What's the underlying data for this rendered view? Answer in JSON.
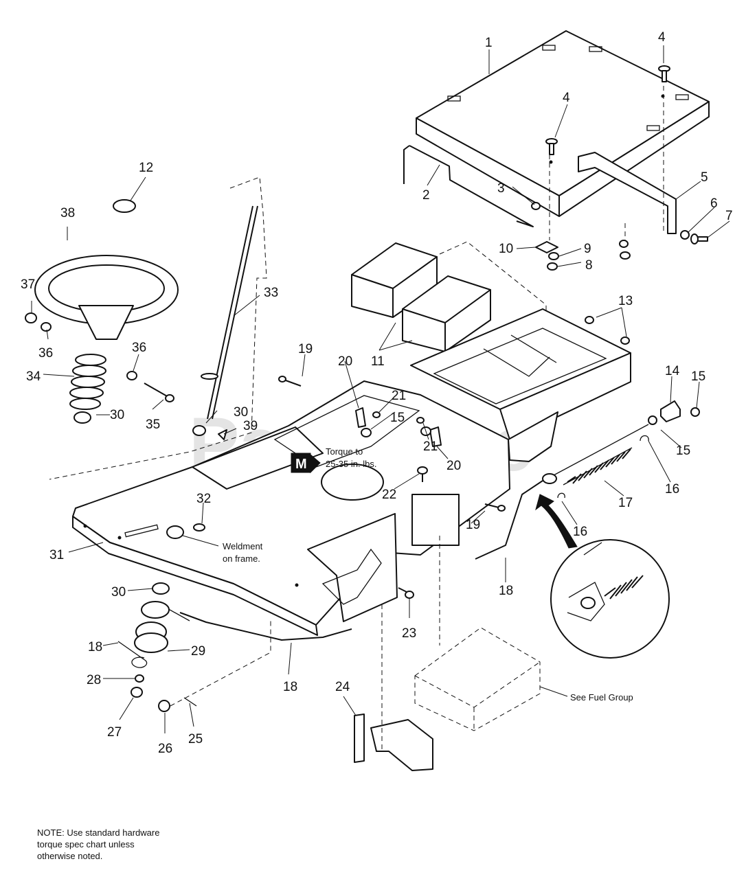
{
  "watermark": "PartsTree",
  "watermark_tm": "TM",
  "callouts": {
    "c1": "1",
    "c2": "2",
    "c3": "3",
    "c4a": "4",
    "c4b": "4",
    "c5": "5",
    "c6": "6",
    "c7": "7",
    "c8": "8",
    "c9": "9",
    "c10": "10",
    "c11": "11",
    "c12": "12",
    "c13": "13",
    "c14": "14",
    "c15a": "15",
    "c15b": "15",
    "c15c": "15",
    "c16a": "16",
    "c16b": "16",
    "c17": "17",
    "c18a": "18",
    "c18b": "18",
    "c18c": "18",
    "c19a": "19",
    "c19b": "19",
    "c20a": "20",
    "c20b": "20",
    "c21a": "21",
    "c21b": "21",
    "c22": "22",
    "c23": "23",
    "c24": "24",
    "c25": "25",
    "c26": "26",
    "c27": "27",
    "c28": "28",
    "c29": "29",
    "c30a": "30",
    "c30b": "30",
    "c30c": "30",
    "c31": "31",
    "c32": "32",
    "c33": "33",
    "c34": "34",
    "c35": "35",
    "c36a": "36",
    "c36b": "36",
    "c37": "37",
    "c38": "38",
    "c39": "39"
  },
  "torque_badge": "M",
  "torque_line1": "Torque to",
  "torque_line2": "25-35 in. lbs.",
  "weldment_line1": "Weldment",
  "weldment_line2": "on frame.",
  "fuel_group_label": "See Fuel Group",
  "note": {
    "line1": "NOTE: Use standard hardware",
    "line2": "torque spec  chart unless",
    "line3": "otherwise noted."
  }
}
